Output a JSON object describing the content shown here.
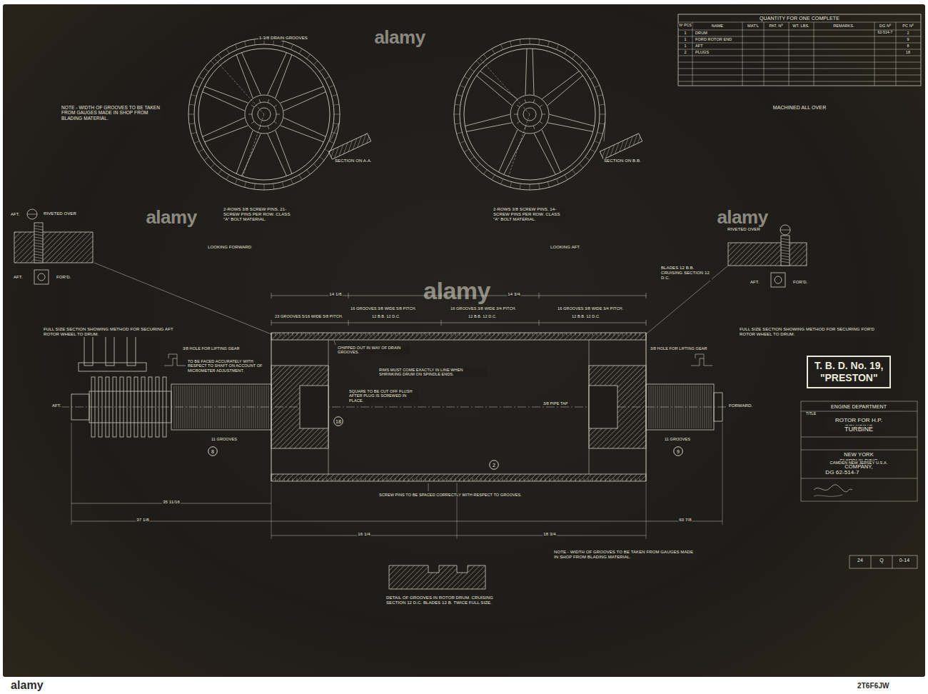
{
  "diagram": {
    "nodes": [
      {
        "text": [
          "T. B. D. No. 19,",
          "\"PRESTON\""
        ]
      },
      {
        "text": [
          "18"
        ]
      },
      {
        "text": [
          "8"
        ]
      },
      {
        "text": [
          "9"
        ]
      },
      {
        "text": [
          "2"
        ]
      }
    ],
    "labels": [
      "QUANTITY FOR ONE COMPLETE",
      "Nº PCS",
      "NAME",
      "MAT'L",
      "PAT. Nº",
      "WT. LBS.",
      "REMARKS.",
      "DG Nº",
      "PC Nº",
      "1",
      "DRUM",
      "62-514-7",
      "2",
      "1",
      "FORD ROTOR END",
      "9",
      "1",
      "AFT",
      "8",
      "2",
      "PLUGS",
      "18",
      "MACHINED ALL OVER",
      "NOTE - WIDTH OF GROOVES TO BE TAKEN FROM GAUGES MADE IN SHOP FROM BLADING MATERIAL.",
      "1-3/8 DRAIN GROOVES",
      "SECTION ON A.A.",
      "SECTION ON B.B.",
      "2-ROWS 3/8 SCREW PINS. 21-SCREW PINS PER ROW. CLASS \"A\" BOLT MATERIAL.",
      "2-ROWS 3/8 SCREW PINS. 14-SCREW PINS PER ROW. CLASS \"A\" BOLT MATERIAL.",
      "LOOKING FORWARD",
      "LOOKING AFT.",
      "AFT.",
      "RIVETED OVER",
      "AFT.",
      "FOR'D.",
      "FULL SIZE SECTION SHOWING METHOD FOR SECURING AFT ROTOR WHEEL TO DRUM.",
      "RIVETED OVER",
      "AFT.",
      "FOR'D.",
      "FULL SIZE SECTION SHOWING METHOD FOR SECURING FOR'D ROTOR WHEEL TO DRUM.",
      "BLADES 12 B.B. CRUISING SECTION 12 D.C.",
      "23 GROOVES 5/16 WIDE 5/8 PITCH.",
      "16 GROOVES 3/8 WIDE 5/8 PITCH.",
      "12 B.B. 12 D.C.",
      "16 GROOVES 3/8 WIDE 3/4 PITCH.",
      "12 B.B. 12 D.C.",
      "16 GROOVES 3/8 WIDE 3/4 PITCH.",
      "12 B.B. 12 D.C.",
      "3/8 HOLE FOR LIFTING GEAR",
      "3/8 HOLE FOR LIFTING GEAR",
      "CHIPPED OUT IN WAY OF DRAIN GROOVES.",
      "RIMS MUST COME EXACTLY IN LINE WHEN SHRINKING DRUM ON SPINDLE ENDS.",
      "TO BE FACED ACCURATELY WITH RESPECT TO SHAFT ON ACCOUNT OF MICROMETER ADJUSTMENT.",
      "SQUARE TO BE CUT OFF FLUSH AFTER PLUG IS SCREWED IN PLACE.",
      "3/8 PIPE TAP",
      "SCREW PINS TO BE SPACED CORRECTLY WITH RESPECT TO GROOVES.",
      "AFT.",
      "FORWARD.",
      "DETAIL OF GROOVES IN ROTOR DRUM. CRUISING SECTION 12 D.C. BLADES 12 B. TWICE FULL SIZE.",
      "NOTE - WIDTH OF GROOVES TO BE TAKEN FROM GAUGES MADE IN SHOP FROM BLADING MATERIAL.",
      "11 GROOVES",
      "11 GROOVES",
      "35 11/16",
      "37 1/8",
      "16 1/4",
      "18 3/4",
      "60 7/8",
      "14 1/8",
      "14 3/4",
      "ENGINE DEPARTMENT",
      "TITLE",
      "ROTOR FOR H.P. CRUISING",
      "TURBINE",
      "NEW YORK SHIPBUILDING COMPANY,",
      "CAMDEN NEW JERSEY U.S.A.",
      "DG 62-514-7",
      "24",
      "Q",
      "0-14",
      "alamy",
      "alamy",
      "alamy",
      "alamy",
      "alamy",
      "2T6F6JW"
    ]
  }
}
